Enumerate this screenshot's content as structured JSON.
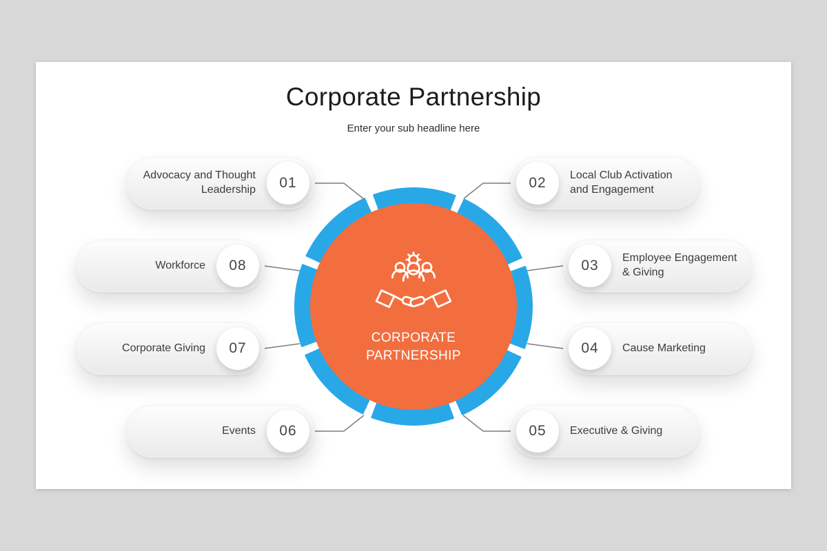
{
  "slide": {
    "title": "Corporate Partnership",
    "subtitle": "Enter your sub headline here"
  },
  "center": {
    "label": "CORPORATE PARTNERSHIP",
    "icon": "partnership-handshake-people-gear-icon"
  },
  "colors": {
    "accent-blue": "#29A8E8",
    "accent-orange": "#F26E3E",
    "page-bg": "#D8D8D8"
  },
  "items": [
    {
      "number": "01",
      "label": "Advocacy and Thought Leadership"
    },
    {
      "number": "02",
      "label": "Local Club Activation and Engagement"
    },
    {
      "number": "03",
      "label": "Employee Engagement & Giving"
    },
    {
      "number": "04",
      "label": "Cause Marketing"
    },
    {
      "number": "05",
      "label": "Executive & Giving"
    },
    {
      "number": "06",
      "label": "Events"
    },
    {
      "number": "07",
      "label": "Corporate Giving"
    },
    {
      "number": "08",
      "label": "Workforce"
    }
  ]
}
